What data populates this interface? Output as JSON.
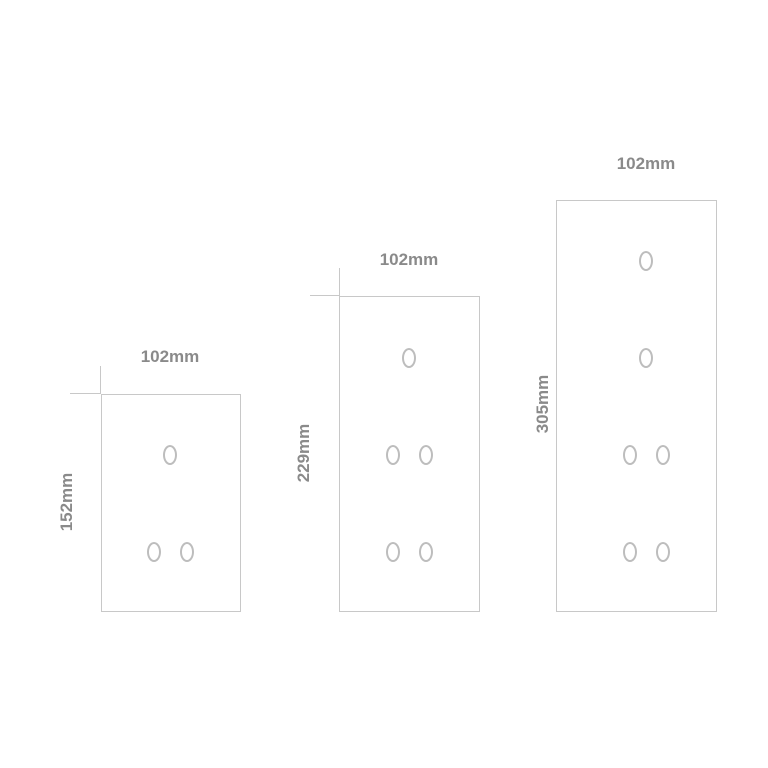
{
  "labels": [
    {
      "width": "102mm",
      "height": "152mm"
    },
    {
      "width": "102mm",
      "height": "229mm"
    },
    {
      "width": "102mm",
      "height": "305mm"
    }
  ],
  "colors": {
    "outline": "#f6f6f6",
    "text": "#f1f1f1",
    "background": "#ffffff"
  }
}
